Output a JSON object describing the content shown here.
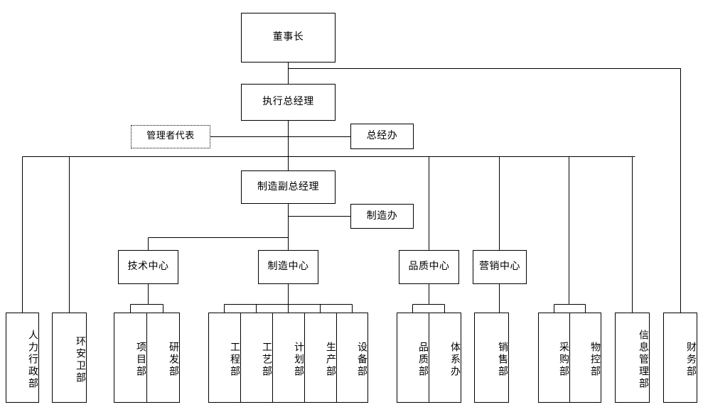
{
  "meta": {
    "title": "组织架构图",
    "line_color": "#000000",
    "box_border_color": "#000000",
    "background_color": "#ffffff",
    "text_color": "#000000"
  },
  "nodes": {
    "chairman": {
      "label": "董事长"
    },
    "exec_gm": {
      "label": "执行总经理"
    },
    "mgmt_rep": {
      "label": "管理者代表",
      "border": "dashed"
    },
    "gm_office": {
      "label": "总经办"
    },
    "mfg_vp": {
      "label": "制造副总经理"
    },
    "mfg_office": {
      "label": "制造办"
    },
    "tech_center": {
      "label": "技术中心"
    },
    "mfg_center": {
      "label": "制造中心"
    },
    "quality_center": {
      "label": "品质中心"
    },
    "marketing_center": {
      "label": "营销中心"
    }
  },
  "departments": {
    "hr_admin": {
      "label": "人力行政部"
    },
    "ehs": {
      "label": "环安卫部"
    },
    "project": {
      "label": "项目部"
    },
    "rnd": {
      "label": "研发部"
    },
    "engineering": {
      "label": "工程部"
    },
    "process": {
      "label": "工艺部"
    },
    "planning": {
      "label": "计划部"
    },
    "production": {
      "label": "生产部"
    },
    "equipment": {
      "label": "设备部"
    },
    "quality_dept": {
      "label": "品质部"
    },
    "system_office": {
      "label": "体系办"
    },
    "sales": {
      "label": "销售部"
    },
    "purchasing": {
      "label": "采购部"
    },
    "material_control": {
      "label": "物控部"
    },
    "info_mgmt": {
      "label": "信息管理部"
    },
    "finance": {
      "label": "财务部"
    }
  }
}
